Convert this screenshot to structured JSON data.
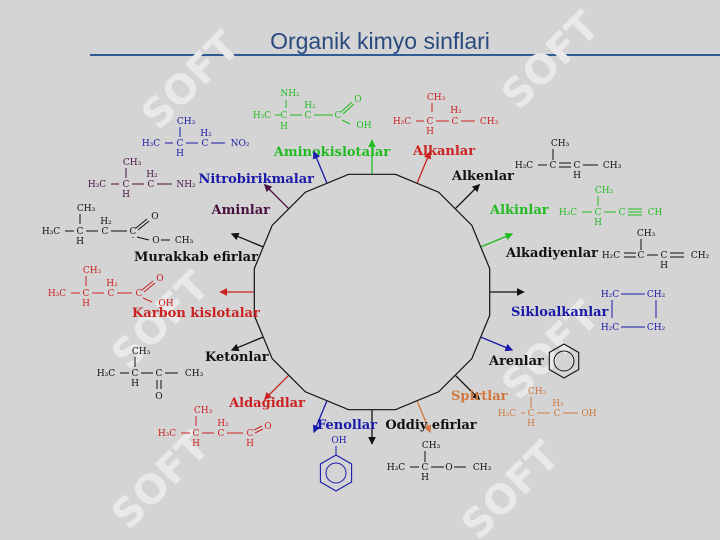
{
  "title": "Organik kimyo sinflari",
  "colors": {
    "title": "#2a4a7f",
    "background": "#d4d4d4",
    "green": "#22bb22",
    "red": "#cc2222",
    "blue": "#1a1aaa",
    "purple": "#4a1040",
    "orange": "#d07840",
    "black": "#111111"
  },
  "watermark": "SOFT",
  "classes": [
    {
      "label": "Aminokislotalar",
      "color": "green"
    },
    {
      "label": "Alkanlar",
      "color": "red"
    },
    {
      "label": "Alkenlar",
      "color": "black"
    },
    {
      "label": "Alkinlar",
      "color": "green"
    },
    {
      "label": "Alkadiyenlar",
      "color": "black"
    },
    {
      "label": "Sikloalkanlar",
      "color": "blue"
    },
    {
      "label": "Arenlar",
      "color": "black"
    },
    {
      "label": "Spirtlar",
      "color": "orange"
    },
    {
      "label": "Oddiy efirlar",
      "color": "black"
    },
    {
      "label": "Fenollar",
      "color": "blue"
    },
    {
      "label": "Aldagidlar",
      "color": "red"
    },
    {
      "label": "Ketonlar",
      "color": "black"
    },
    {
      "label": "Karbon kislotalar",
      "color": "red"
    },
    {
      "label": "Murakkab efirlar",
      "color": "black"
    },
    {
      "label": "Aminlar",
      "color": "purple"
    },
    {
      "label": "Nitrobirikmalar",
      "color": "blue"
    }
  ],
  "formula_text": {
    "h3c": "H₃C",
    "ch3": "CH₃",
    "ch2": "CH₂",
    "h2c": "H₂C",
    "h2": "H₂",
    "c": "C",
    "h": "H",
    "o": "O",
    "oh": "OH",
    "nh2": "NH₂",
    "no2": "NO₂",
    "ch": "CH"
  }
}
